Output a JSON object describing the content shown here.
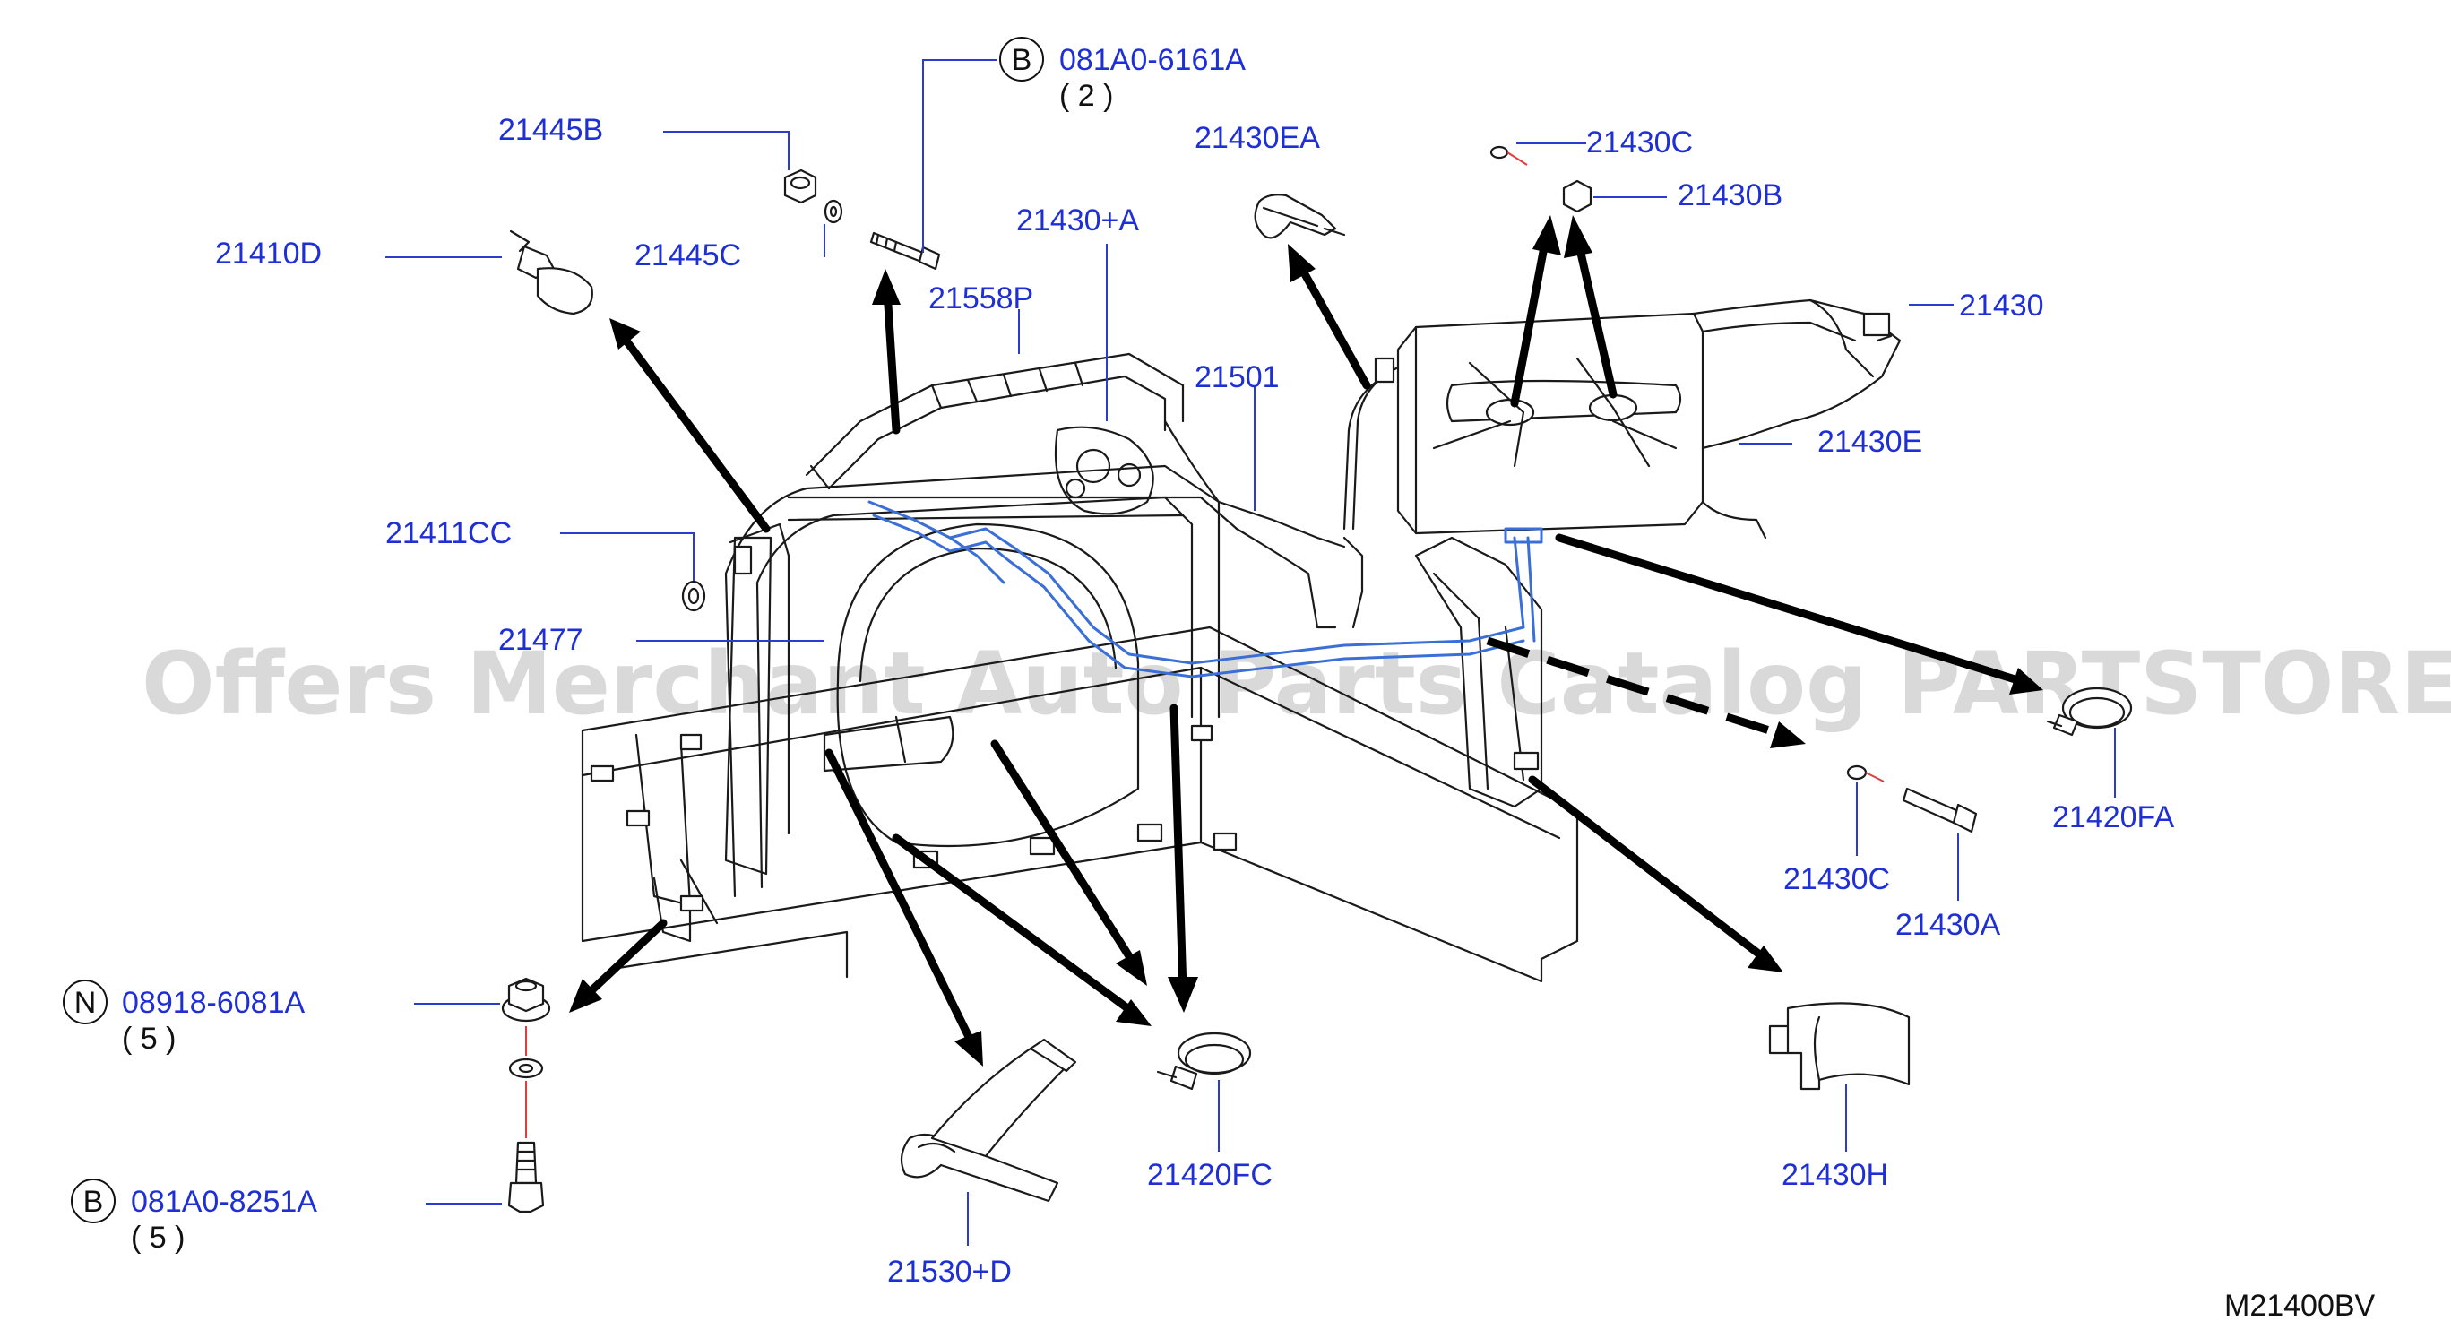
{
  "diagram_code": "M21400BV",
  "watermark": "Offers Merchant Auto Parts Catalog PARTSTORE.SA",
  "colors": {
    "label": "#1f2fd6",
    "leader": "#2a3ccf",
    "harness": "#3b6fd8",
    "linework": "#1a1a1a",
    "marker_red": "#e23b3b",
    "watermark": "#b9b9b9"
  },
  "callouts": {
    "b_top": {
      "badge": "B",
      "code": "081A0-6161A",
      "qty": "( 2 )"
    },
    "p21445b": "21445B",
    "p21410d": "21410D",
    "p21445c": "21445C",
    "p21430ea": "21430EA",
    "p21430c_top": "21430C",
    "p21430b": "21430B",
    "p21430pa": "21430+A",
    "p21558p": "21558P",
    "p21430": "21430",
    "p21501": "21501",
    "p21430e": "21430E",
    "p21411cc": "21411CC",
    "p21477": "21477",
    "n_mid": {
      "badge": "N",
      "code": "08918-6081A",
      "qty": "( 5 )"
    },
    "b_bottom": {
      "badge": "B",
      "code": "081A0-8251A",
      "qty": "( 5 )"
    },
    "p21420fa": "21420FA",
    "p21430c_bottom": "21430C",
    "p21430a": "21430A",
    "p21420fc": "21420FC",
    "p21430h": "21430H",
    "p21530pd": "21530+D"
  }
}
